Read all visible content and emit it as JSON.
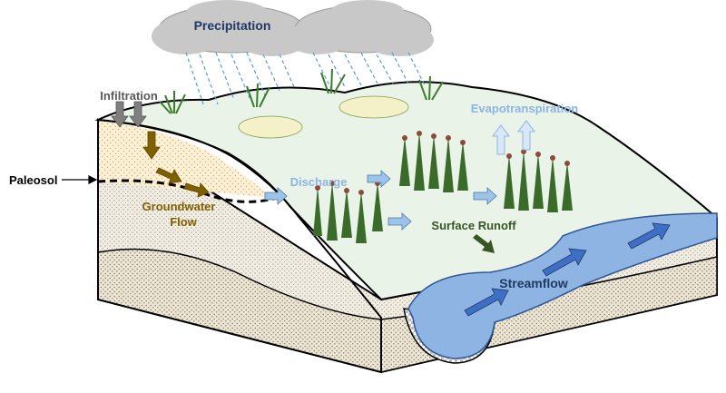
{
  "labels": {
    "precipitation": "Precipitation",
    "infiltration": "Infiltration",
    "evapotranspiration": "Evapotranspiration",
    "paleosol": "Paleosol",
    "discharge": "Discharge",
    "groundwater_line1": "Groundwater",
    "groundwater_line2": "Flow",
    "surface_runoff": "Surface Runoff",
    "streamflow": "Streamflow"
  },
  "colors": {
    "cloud": "#c8c8c8",
    "cloud_text": "#1f3864",
    "surface": "#eaf3e8",
    "upper_soil": "#fdf0d5",
    "lower_soil": "#f1ece0",
    "stream": "#8db4e2",
    "stream_arrow": "#3f6fc4",
    "groundwater_arrow": "#7f6000",
    "runoff_arrow": "#375623",
    "discharge_arrow": "#9dc3e6",
    "evap_arrow": "#d9e8f7",
    "infiltration_arrow": "#7f7f7f",
    "groundwater_text": "#7f6000",
    "runoff_text": "#375623",
    "stream_text": "#1f3864",
    "evap_text": "#8db4e2",
    "discharge_text": "#8db4e2"
  }
}
